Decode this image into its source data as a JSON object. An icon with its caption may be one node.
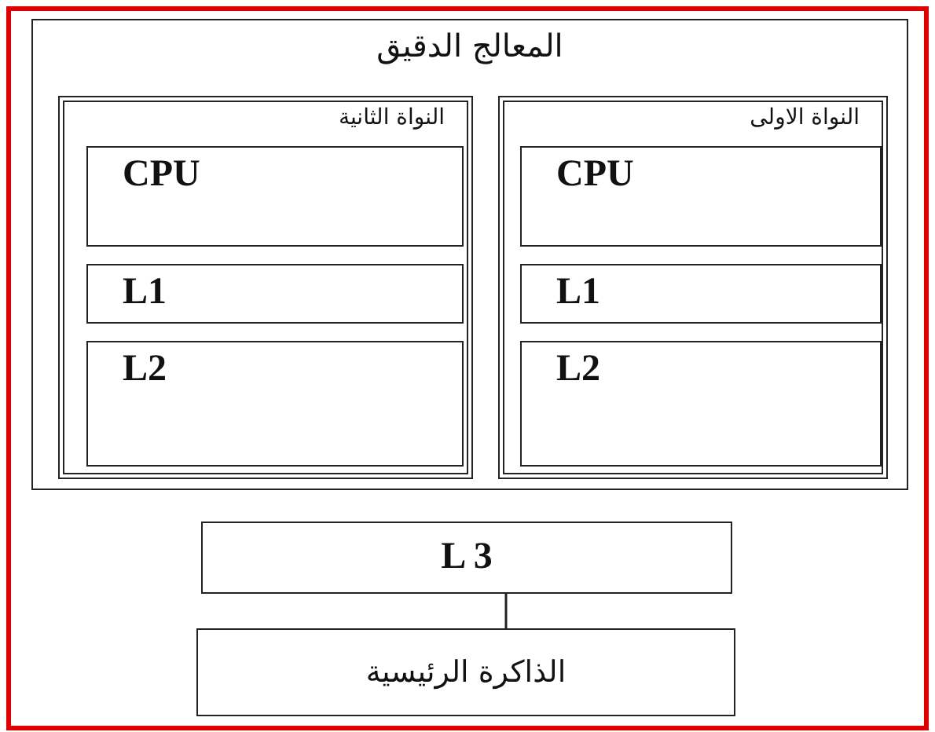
{
  "diagram": {
    "nodes": [
      {
        "text": [
          "المعالج الدقيق"
        ]
      },
      {
        "text": [
          "النواة الاولى"
        ],
        "in": 0
      },
      {
        "text": [
          "CPU"
        ],
        "in": 1
      },
      {
        "text": [
          "L1"
        ],
        "in": 1
      },
      {
        "text": [
          "L2"
        ],
        "in": 1
      },
      {
        "text": [
          "النواة الثانية"
        ],
        "in": 0
      },
      {
        "text": [
          "CPU"
        ],
        "in": 5
      },
      {
        "text": [
          "L1"
        ],
        "in": 5
      },
      {
        "text": [
          "L2"
        ],
        "in": 5
      },
      {
        "text": [
          "L 3"
        ]
      },
      {
        "text": [
          "الذاكرة الرئيسية"
        ]
      }
    ],
    "edges": [
      {
        "from": 9,
        "to": 10,
        "arrow": "none"
      }
    ]
  }
}
